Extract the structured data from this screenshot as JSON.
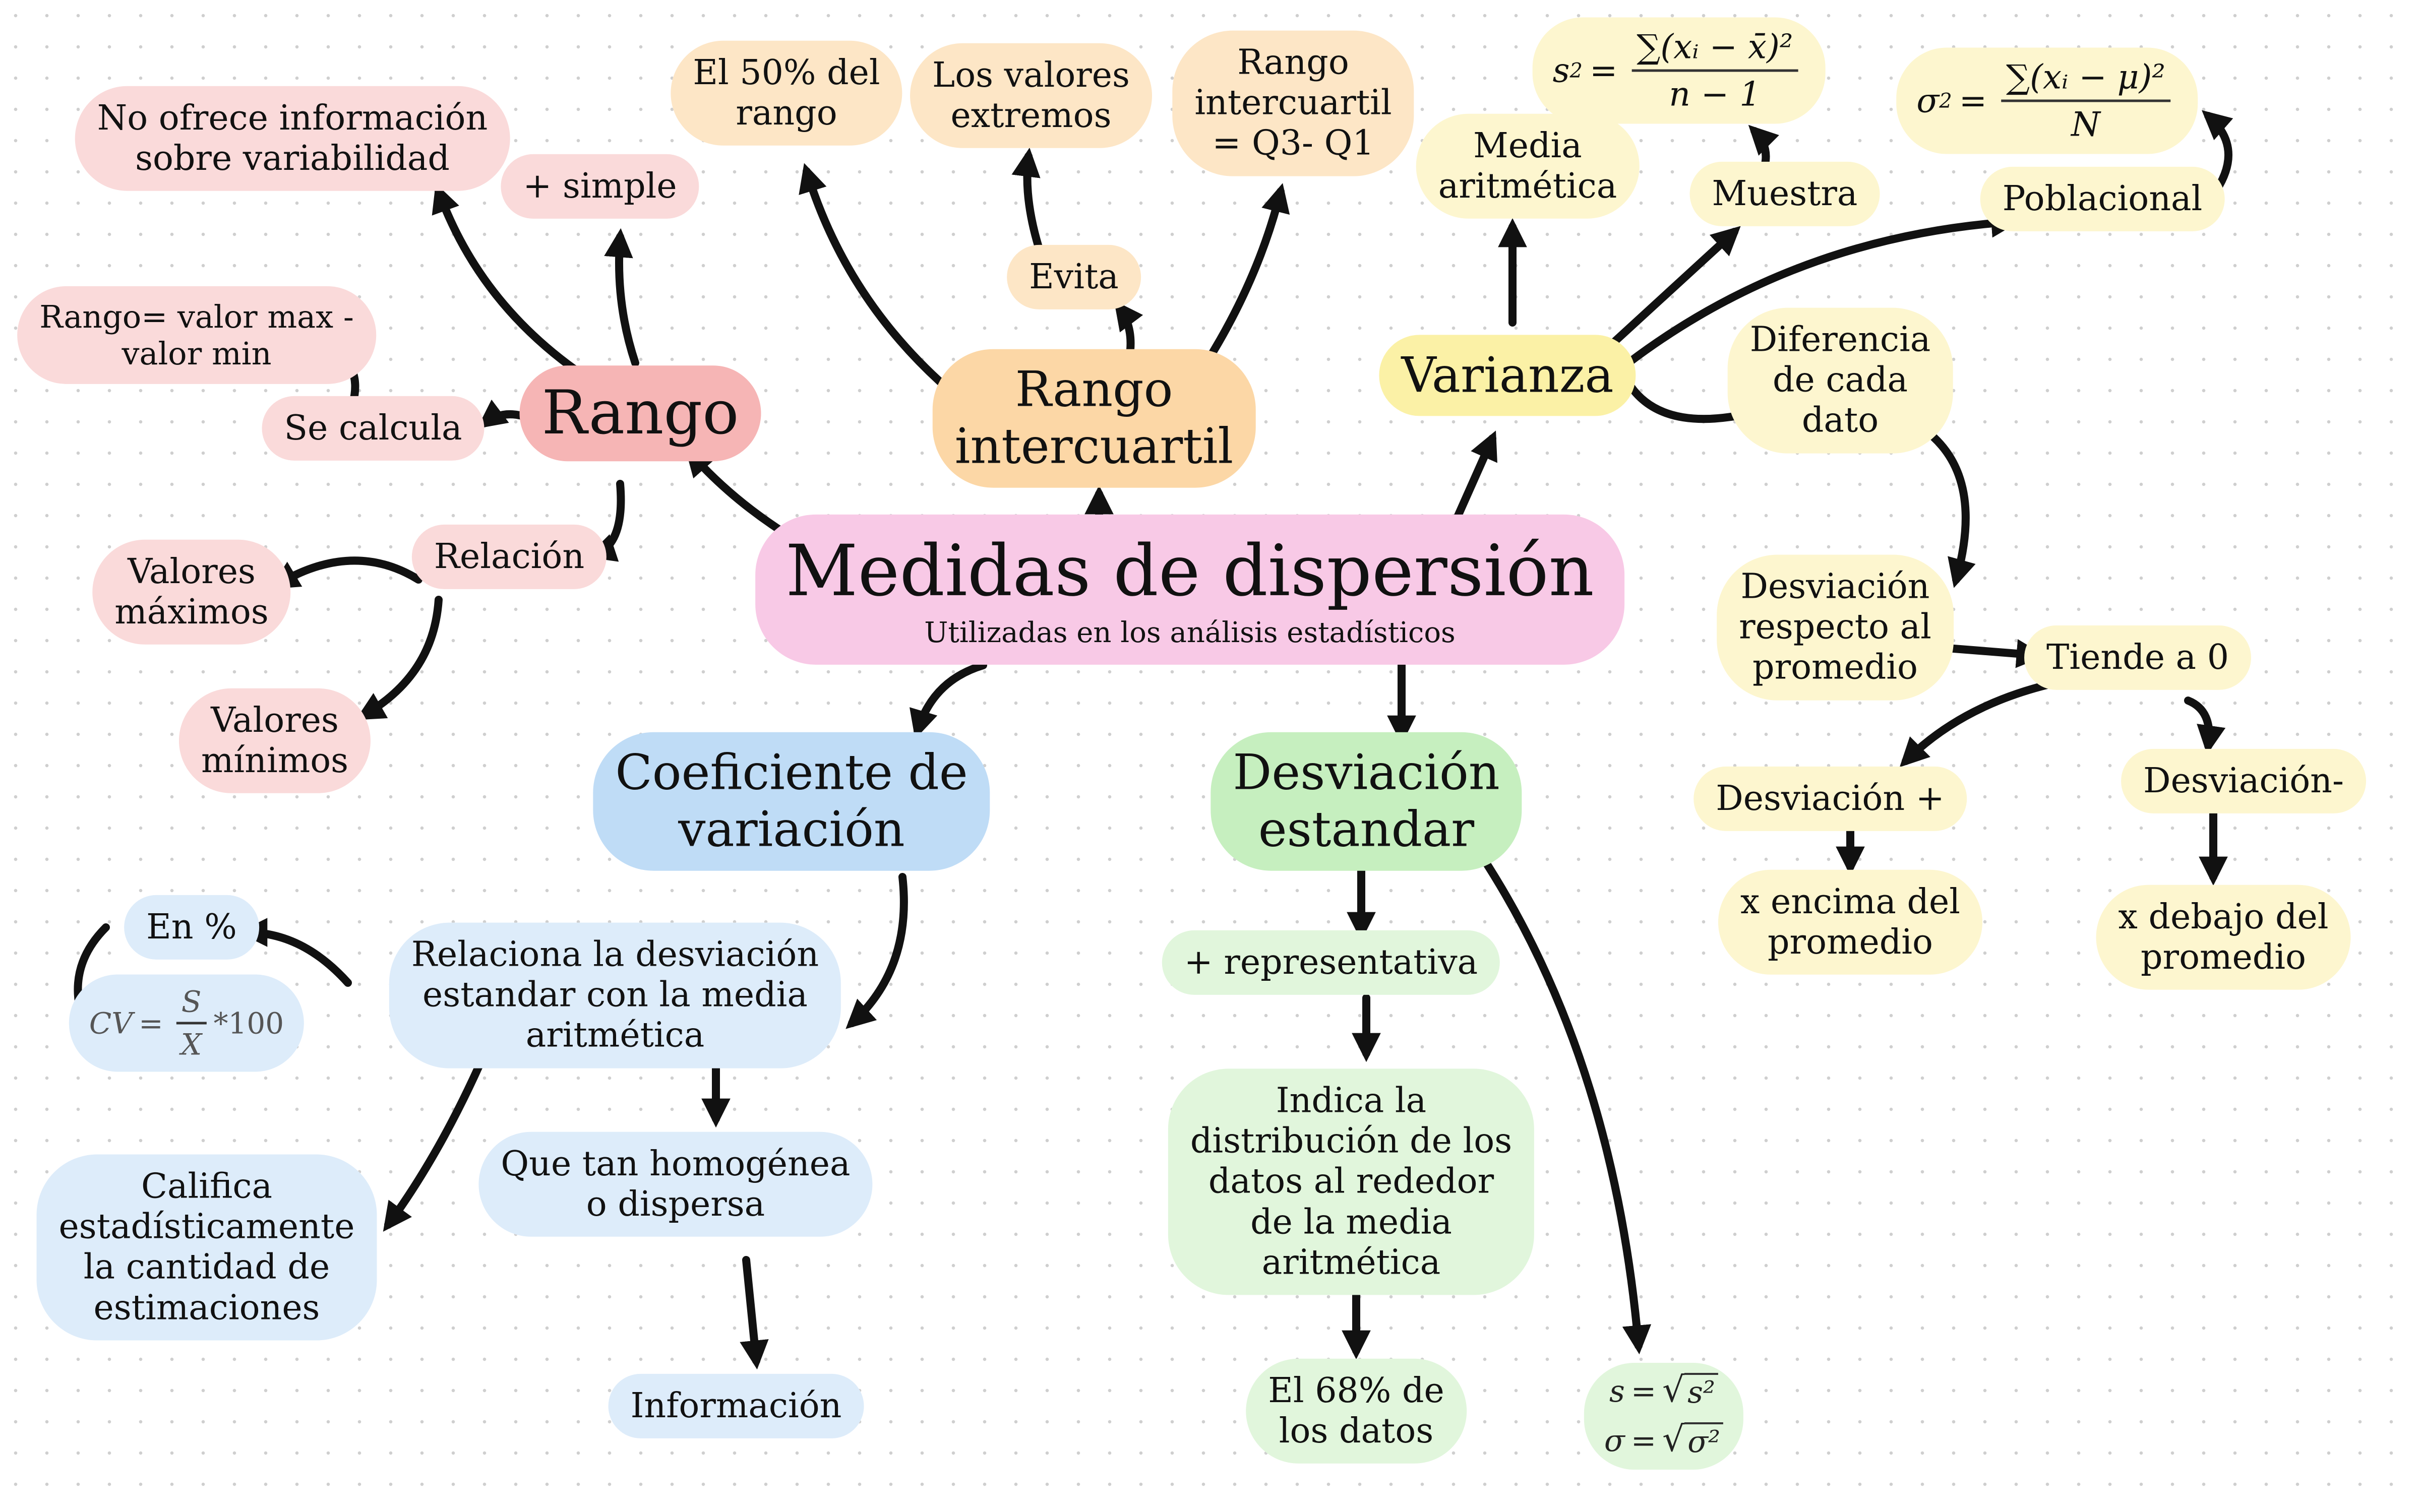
{
  "colors": {
    "red": "#f6b5b5",
    "orange": "#fcd7a6",
    "yellow": "#fbf1a6",
    "blue": "#bfdcf6",
    "green": "#c6efbf",
    "pink": "#f8c9e6",
    "arrow": "#111111"
  },
  "center": {
    "title": "Medidas de dispersión",
    "subtitle": "Utilizadas en los análisis estadísticos"
  },
  "rango": {
    "title": "Rango",
    "no_info": [
      "No ofrece información",
      "sobre variabilidad"
    ],
    "simple": "+ simple",
    "formula": [
      "Rango= valor max -",
      "valor min"
    ],
    "se_calcula": "Se calcula",
    "relacion": "Relación",
    "maximos": [
      "Valores",
      "máximos"
    ],
    "minimos": [
      "Valores",
      "mínimos"
    ]
  },
  "rango_intercuartil": {
    "title": [
      "Rango",
      "intercuartil"
    ],
    "cincuenta": [
      "El 50% del",
      "rango"
    ],
    "extremos": [
      "Los valores",
      "extremos"
    ],
    "evita": "Evita",
    "formula": [
      "Rango",
      "intercuartil",
      "= Q3- Q1"
    ]
  },
  "varianza": {
    "title": "Varianza",
    "media": [
      "Media",
      "aritmética"
    ],
    "muestra": "Muestra",
    "poblacional": "Poblacional",
    "muestra_formula": {
      "lhs": "s",
      "exp": "2",
      "num": "∑(xᵢ − x̄)²",
      "den": "n − 1"
    },
    "poblacional_formula": {
      "lhs": "σ",
      "exp": "2",
      "num": "∑(xᵢ − μ)²",
      "den": "N"
    },
    "diferencia": [
      "Diferencia",
      "de cada",
      "dato"
    ],
    "desviacion_promedio": [
      "Desviación",
      "respecto al",
      "promedio"
    ],
    "tiende": "Tiende a 0",
    "desv_pos": "Desviación +",
    "desv_neg": "Desviación-",
    "encima": [
      "x encima del",
      "promedio"
    ],
    "debajo": [
      "x debajo del",
      "promedio"
    ]
  },
  "coeficiente": {
    "title": [
      "Coeficiente de",
      "variación"
    ],
    "relaciona": [
      "Relaciona la desviación",
      "estandar con la media",
      "aritmética"
    ],
    "en_pct": "En %",
    "cv_formula": {
      "lhs": "CV",
      "num": "S",
      "den": "X",
      "tail": "*100"
    },
    "califica": [
      "Califica",
      "estadísticamente",
      "la cantidad de",
      "estimaciones"
    ],
    "homogenea": [
      "Que tan homogénea",
      "o dispersa"
    ],
    "informacion": "Información"
  },
  "desviacion": {
    "title": [
      "Desviación",
      "estandar"
    ],
    "representativa": "+ representativa",
    "indica": [
      "Indica la",
      "distribución de los",
      "datos al rededor",
      "de la media",
      "aritmética"
    ],
    "sesenta": [
      "El 68% de",
      "los datos"
    ],
    "formula_s": {
      "lhs": "s",
      "rad": "s²"
    },
    "formula_sigma": {
      "lhs": "σ",
      "rad": "σ²"
    }
  }
}
